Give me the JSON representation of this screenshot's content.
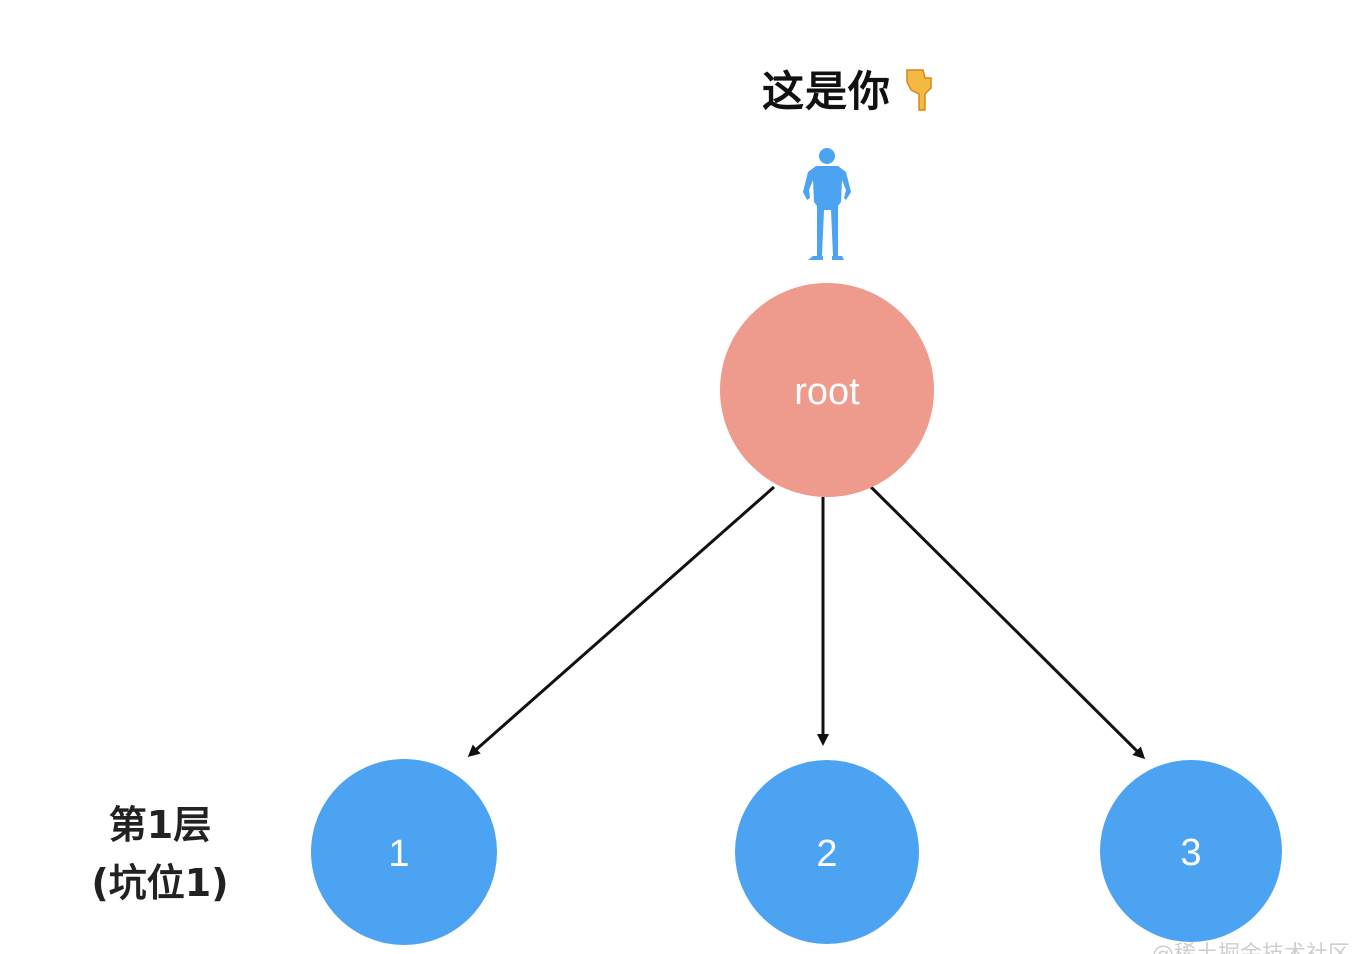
{
  "diagram": {
    "title": "这是你",
    "root": {
      "label": "root",
      "color": "#ee9a8c"
    },
    "children": [
      {
        "label": "1",
        "color": "#4ba3f2"
      },
      {
        "label": "2",
        "color": "#4ba3f2"
      },
      {
        "label": "3",
        "color": "#4ba3f2"
      }
    ],
    "level_label": {
      "line1": "第1层",
      "line2": "(坑位1)"
    },
    "person_color": "#4ba3f2",
    "edge_color": "#111111",
    "watermark": "@稀土掘金技术社区"
  }
}
